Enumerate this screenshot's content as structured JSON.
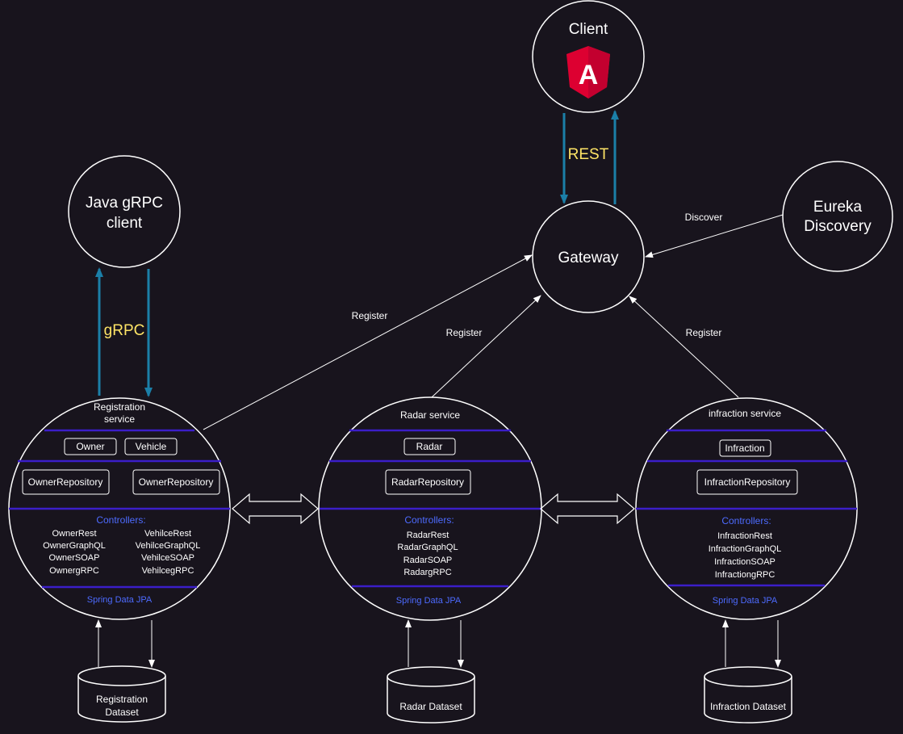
{
  "client": {
    "label": "Client",
    "logo_letter": "A",
    "logo_colors": [
      "#dd0031",
      "#c3002f"
    ]
  },
  "gateway": {
    "label": "Gateway"
  },
  "eureka": {
    "line1": "Eureka",
    "line2": "Discovery"
  },
  "grpc_client": {
    "line1": "Java gRPC",
    "line2": "client"
  },
  "protocols": {
    "rest": "REST",
    "grpc": "gRPC"
  },
  "edges": {
    "discover": "Discover",
    "register": "Register"
  },
  "services": {
    "registration": {
      "title1": "Registration",
      "title2": "service",
      "entities": [
        "Owner",
        "Vehicle"
      ],
      "repositories": [
        "OwnerRepository",
        "OwnerRepository"
      ],
      "controllers_title": "Controllers:",
      "controllers_left": [
        "OwnerRest",
        "OwnerGraphQL",
        "OwnerSOAP",
        "OwnergRPC"
      ],
      "controllers_right": [
        "VehilceRest",
        "VehilceGraphQL",
        "VehilceSOAP",
        "VehilcegRPC"
      ],
      "jpa": "Spring Data JPA",
      "dataset1": "Registration",
      "dataset2": "Dataset"
    },
    "radar": {
      "title": "Radar service",
      "entity": "Radar",
      "repository": "RadarRepository",
      "controllers_title": "Controllers:",
      "controllers": [
        "RadarRest",
        "RadarGraphQL",
        "RadarSOAP",
        "RadargRPC"
      ],
      "jpa": "Spring Data JPA",
      "dataset": "Radar Dataset"
    },
    "infraction": {
      "title": "infraction service",
      "entity": "Infraction",
      "repository": "InfractionRepository",
      "controllers_title": "Controllers:",
      "controllers": [
        "InfractionRest",
        "InfractionGraphQL",
        "InfractionSOAP",
        "InfractiongRPC"
      ],
      "jpa": "Spring Data JPA",
      "dataset": "Infraction Dataset"
    }
  },
  "colors": {
    "background": "#18141d",
    "line": "#ffffff",
    "divider": "#3b1ec8",
    "protocol_arrow": "#1b7fa8",
    "protocol_text": "#ffe566",
    "section_text": "#4d6bff"
  }
}
